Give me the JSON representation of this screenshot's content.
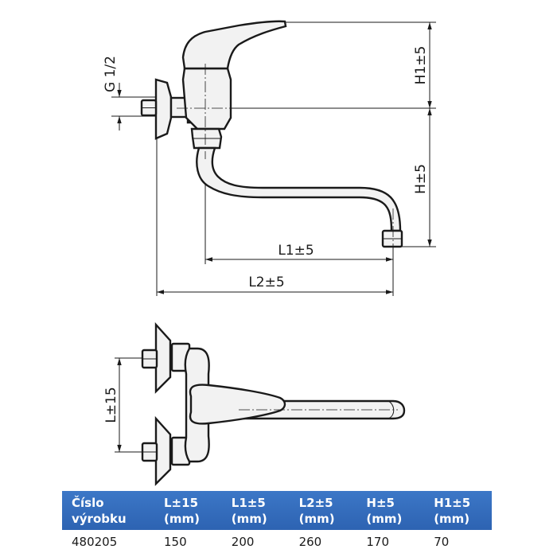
{
  "dimensions": {
    "g": "G 1/2",
    "h1": "H1±5",
    "h": "H±5",
    "l1": "L1±5",
    "l2": "L2±5",
    "l": "L±15"
  },
  "table": {
    "headers": [
      {
        "line1": "Číslo",
        "line2": "výrobku"
      },
      {
        "line1": "L±15",
        "line2": "(mm)"
      },
      {
        "line1": "L1±5",
        "line2": "(mm)"
      },
      {
        "line1": "L2±5",
        "line2": "(mm)"
      },
      {
        "line1": "H±5",
        "line2": "(mm)"
      },
      {
        "line1": "H1±5",
        "line2": "(mm)"
      }
    ],
    "row": [
      "480205",
      "150",
      "200",
      "260",
      "170",
      "70"
    ],
    "header_color": "#2f66b5"
  }
}
